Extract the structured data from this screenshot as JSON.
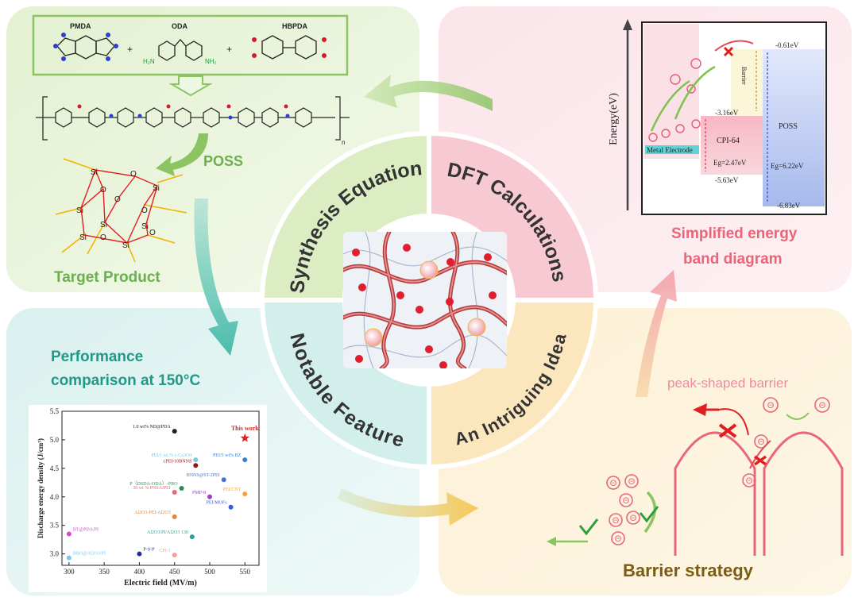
{
  "quadrants": {
    "synthesis": {
      "monomers": [
        "PMDA",
        "ODA",
        "HBPDA"
      ],
      "poss_label": "POSS",
      "target_label": "Target Product",
      "si_label": "Si",
      "o_label": "O",
      "n_label": "n"
    },
    "dft": {
      "axis_label": "Energy(eV)",
      "metal_electrode": "Metal Electrode",
      "cpi_label": "CPI-64",
      "poss_label": "POSS",
      "barrier_label": "Barrier",
      "levels": {
        "poss_top": "-0.61eV",
        "cpi_top": "-3.16eV",
        "cpi_gap": "Eg=2.47eV",
        "cpi_bottom": "-5.63eV",
        "poss_gap": "Eg=6.22eV",
        "poss_bottom": "-6.83eV"
      },
      "title_line1": "Simplified energy",
      "title_line2": "band diagram"
    },
    "performance": {
      "title_line1": "Performance",
      "title_line2": "comparison at 150°C"
    },
    "barrier": {
      "peak_label": "peak-shaped barrier",
      "strategy_label": "Barrier strategy"
    }
  },
  "ring": {
    "top_left": "Synthesis Equation",
    "top_right": "DFT Calculations",
    "bottom_left": "Notable Feature",
    "bottom_right": "An Intriguing Idea"
  },
  "colors": {
    "green_bg": "#eaf4dc",
    "pink_bg": "#fbe3e7",
    "teal_bg": "#e0f3f2",
    "yellow_bg": "#fdf1d8",
    "green_text": "#6ab04c",
    "pink_text": "#e8657a",
    "teal_text": "#1f9a8a",
    "olive_text": "#7a5c12"
  },
  "chart_data": {
    "type": "scatter",
    "xlabel": "Electric field (MV/m)",
    "ylabel": "Discharge energy density (J/cm³)",
    "xlim": [
      290,
      570
    ],
    "ylim": [
      2.8,
      5.5
    ],
    "xticks": [
      300,
      350,
      400,
      450,
      500,
      550
    ],
    "yticks": [
      3.0,
      3.5,
      4.0,
      4.5,
      5.0,
      5.5
    ],
    "points": [
      {
        "label": "1.0 wt% ND@PDA",
        "x": 450,
        "y": 5.15,
        "color": "#222222"
      },
      {
        "label": "This work",
        "x": 550,
        "y": 5.03,
        "color": "#d62828"
      },
      {
        "label": "PEI/5 wt% BZ",
        "x": 550,
        "y": 4.65,
        "color": "#3b7dd8"
      },
      {
        "label": "PEI/1 wt.% c-Ca3O4",
        "x": 480,
        "y": 4.65,
        "color": "#7ec8e3"
      },
      {
        "label": "cPEI-10BNNS",
        "x": 480,
        "y": 4.55,
        "color": "#8b1a1a"
      },
      {
        "label": "P（DSDA-ODA）-PRO",
        "x": 460,
        "y": 4.15,
        "color": "#2e8b57"
      },
      {
        "label": "BNNS@ST-2PEI",
        "x": 520,
        "y": 4.3,
        "color": "#4a6fd1"
      },
      {
        "label": "PEI/CNT",
        "x": 550,
        "y": 4.05,
        "color": "#f2a33a"
      },
      {
        "label": "30 wt % PNSA/PEI",
        "x": 450,
        "y": 4.08,
        "color": "#e8657a"
      },
      {
        "label": "PMP-8",
        "x": 500,
        "y": 4.0,
        "color": "#9b3fc4"
      },
      {
        "label": "Al2O3-PEI-Al2O3",
        "x": 450,
        "y": 3.65,
        "color": "#e0883a"
      },
      {
        "label": "PEI/MOFs",
        "x": 530,
        "y": 3.82,
        "color": "#3b5bd8"
      },
      {
        "label": "BT@PDA/PI",
        "x": 300,
        "y": 3.35,
        "color": "#c94fc9"
      },
      {
        "label": "Al2O3/PI/Al2O3 130",
        "x": 475,
        "y": 3.3,
        "color": "#2aa198"
      },
      {
        "label": "BBO@Al2O3/PI",
        "x": 300,
        "y": 2.93,
        "color": "#7ec8e3"
      },
      {
        "label": "P-S-P",
        "x": 400,
        "y": 3.0,
        "color": "#1c2fa8"
      },
      {
        "label": "CPI-1",
        "x": 450,
        "y": 2.98,
        "color": "#f29fa0"
      }
    ]
  }
}
